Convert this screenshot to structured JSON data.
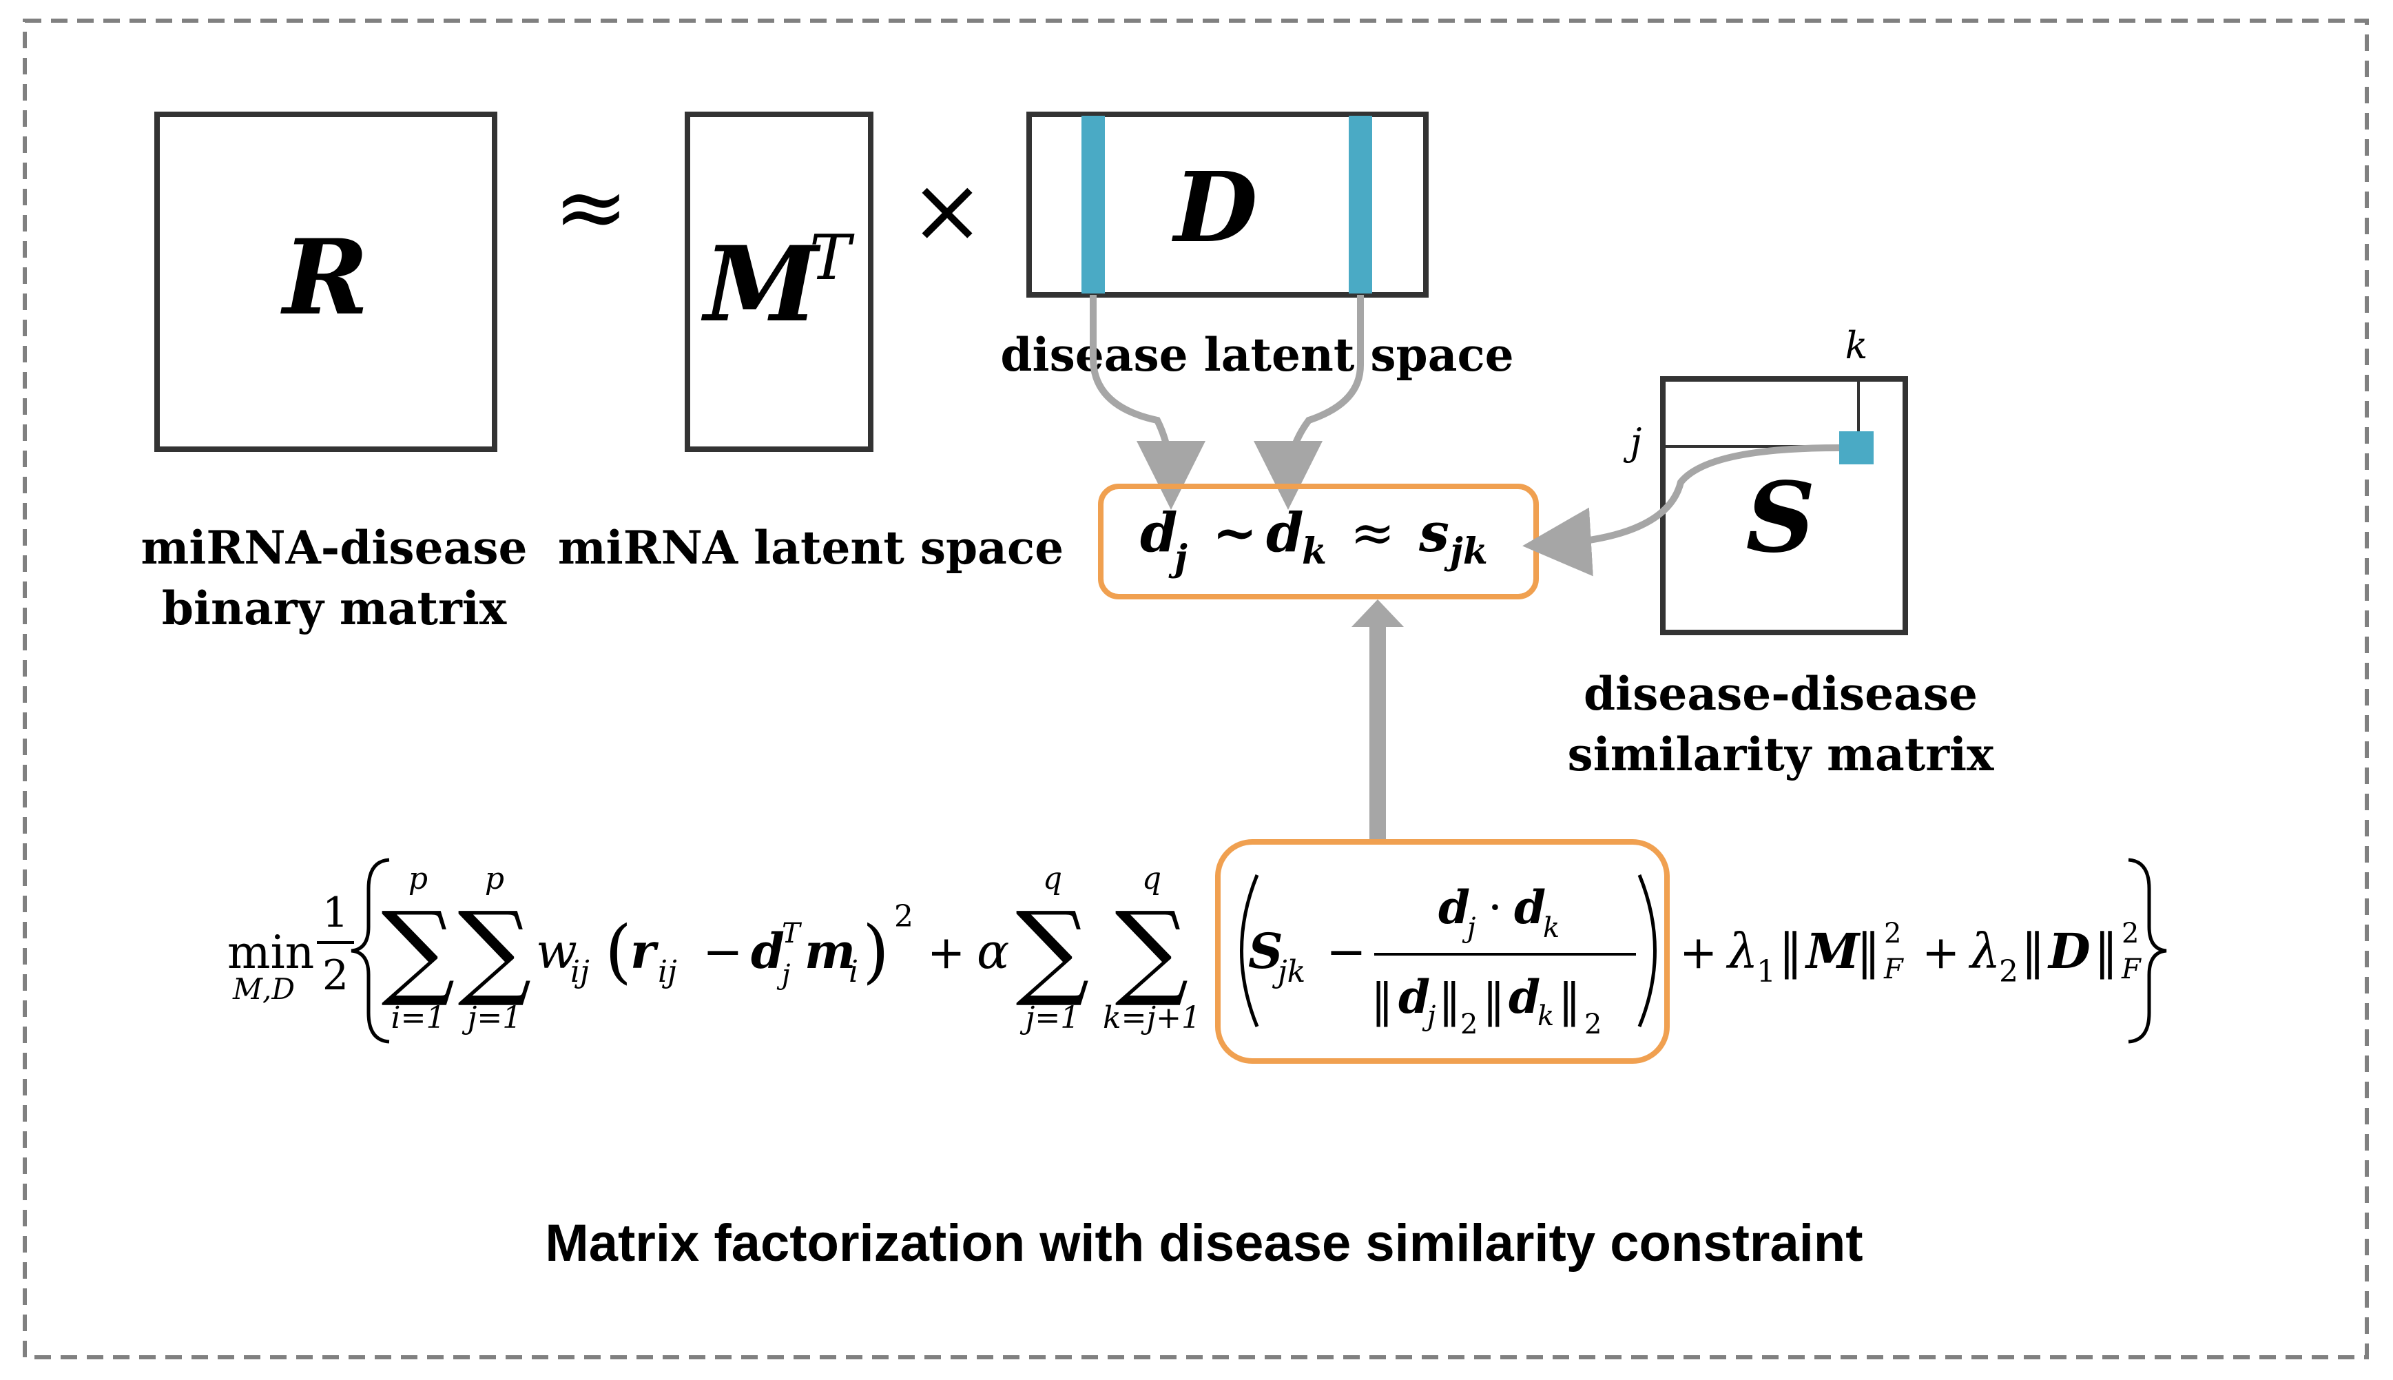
{
  "matrices": {
    "R": {
      "symbol": "R",
      "caption_line1": "miRNA-disease",
      "caption_line2": "binary matrix"
    },
    "MT": {
      "symbol": "M",
      "superscript": "T",
      "caption": "miRNA latent space"
    },
    "D": {
      "symbol": "D",
      "caption": "disease latent space"
    },
    "S": {
      "symbol": "S",
      "caption_line1": "disease-disease",
      "caption_line2": "similarity matrix",
      "row_index": "j",
      "col_index": "k"
    }
  },
  "operators": {
    "approx": "≈",
    "times": "×"
  },
  "relation": {
    "dj": "d",
    "dj_sub": "j",
    "sim": "~",
    "dk": "d",
    "dk_sub": "k",
    "approx": "≈",
    "s": "s",
    "s_sub": "jk"
  },
  "colors": {
    "accent_blue": "#4aaac5",
    "orange": "#f0a050",
    "arrow_gray": "#a6a6a6",
    "ink": "#000000",
    "dash_border": "#808080"
  },
  "formula": {
    "min": "min",
    "min_sub": "M,D",
    "half_num": "1",
    "half_den": "2",
    "sum1_top": "p",
    "sum1_bot": "i=1",
    "sum2_top": "p",
    "sum2_bot": "j=1",
    "w": "w",
    "w_sub": "ij",
    "r": "r",
    "r_sub": "ij",
    "minus": "−",
    "d": "d",
    "d_sub": "j",
    "d_sup": "T",
    "m": "m",
    "m_sub": "i",
    "sq": "2",
    "plus": "+",
    "alpha": "α",
    "sum3_top": "q",
    "sum3_bot": "j=1",
    "sum4_top": "q",
    "sum4_bot": "k=j+1",
    "S": "S",
    "S_sub": "jk",
    "frac_num_dj": "d",
    "frac_num_dj_sub": "j",
    "dot": "·",
    "frac_num_dk": "d",
    "frac_num_dk_sub": "k",
    "frac_den_dj": "d",
    "frac_den_dj_sub": "j",
    "norm_sub": "2",
    "frac_den_dk": "d",
    "frac_den_dk_sub": "k",
    "lambda1": "λ",
    "lambda1_sub": "1",
    "M": "M",
    "norm_sup": "2",
    "norm_F": "F",
    "lambda2": "λ",
    "lambda2_sub": "2",
    "D": "D"
  },
  "title": "Matrix factorization with disease similarity constraint"
}
